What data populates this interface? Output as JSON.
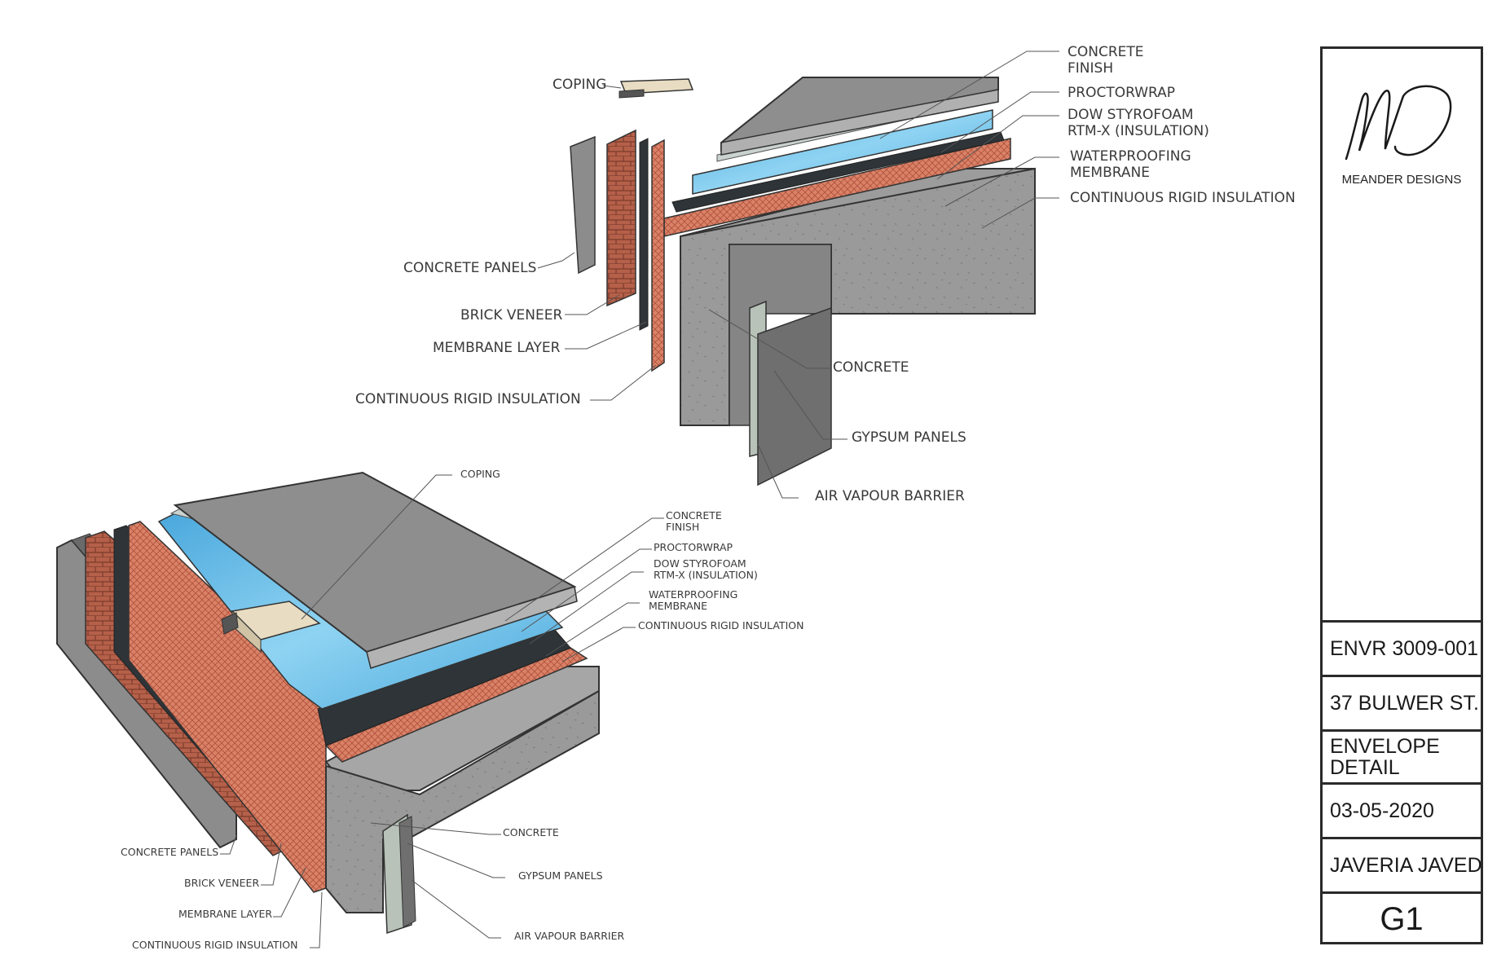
{
  "top_detail": {
    "labels": {
      "coping": "COPING",
      "concrete_finish": "CONCRETE\nFINISH",
      "proctorwrap": "PROCTORWRAP",
      "dow_styrofoam": "DOW STYROFOAM\nRTM-X (INSULATION)",
      "waterproofing": "WATERPROOFING\nMEMBRANE",
      "rigid_insulation_right": "CONTINUOUS RIGID INSULATION",
      "concrete_panels": "CONCRETE PANELS",
      "brick_veneer": "BRICK VENEER",
      "membrane_layer": "MEMBRANE LAYER",
      "rigid_insulation_left": "CONTINUOUS RIGID INSULATION",
      "concrete": "CONCRETE",
      "gypsum_panels": "GYPSUM PANELS",
      "air_vapour_barrier": "AIR VAPOUR  BARRIER"
    }
  },
  "bottom_detail": {
    "labels": {
      "coping": "COPING",
      "concrete_finish": "CONCRETE\nFINISH",
      "proctorwrap": "PROCTORWRAP",
      "dow_styrofoam": "DOW STYROFOAM\nRTM-X (INSULATION)",
      "waterproofing": "WATERPROOFING\nMEMBRANE",
      "rigid_insulation_right": "CONTINUOUS RIGID INSULATION",
      "concrete_panels": "CONCRETE PANELS",
      "brick_veneer": "BRICK VENEER",
      "membrane_layer": "MEMBRANE LAYER",
      "rigid_insulation_left": "CONTINUOUS RIGID INSULATION",
      "concrete": "CONCRETE",
      "gypsum_panels": "GYPSUM PANELS",
      "air_vapour_barrier": "AIR VAPOUR  BARRIER"
    }
  },
  "title_block": {
    "logo_initials": "MD",
    "firm_name": "MEANDER DESIGNS",
    "course": "ENVR 3009-001",
    "address": "37 BULWER ST.",
    "sheet_title": "ENVELOPE\nDETAIL",
    "date": "03-05-2020",
    "author": "JAVERIA JAVED",
    "sheet_number": "G1"
  },
  "colors": {
    "concrete": "#8e8e8e",
    "concrete_light": "#a6a6a6",
    "concrete_dark": "#6c6c6c",
    "brick": "#b5604a",
    "insulation_orange": "#d98268",
    "membrane_dark": "#2e3438",
    "styrofoam_blue": "#5ab4e2",
    "coping_cream": "#e8dcc2",
    "frame": "#2a2a2a",
    "leader": "#555555"
  }
}
